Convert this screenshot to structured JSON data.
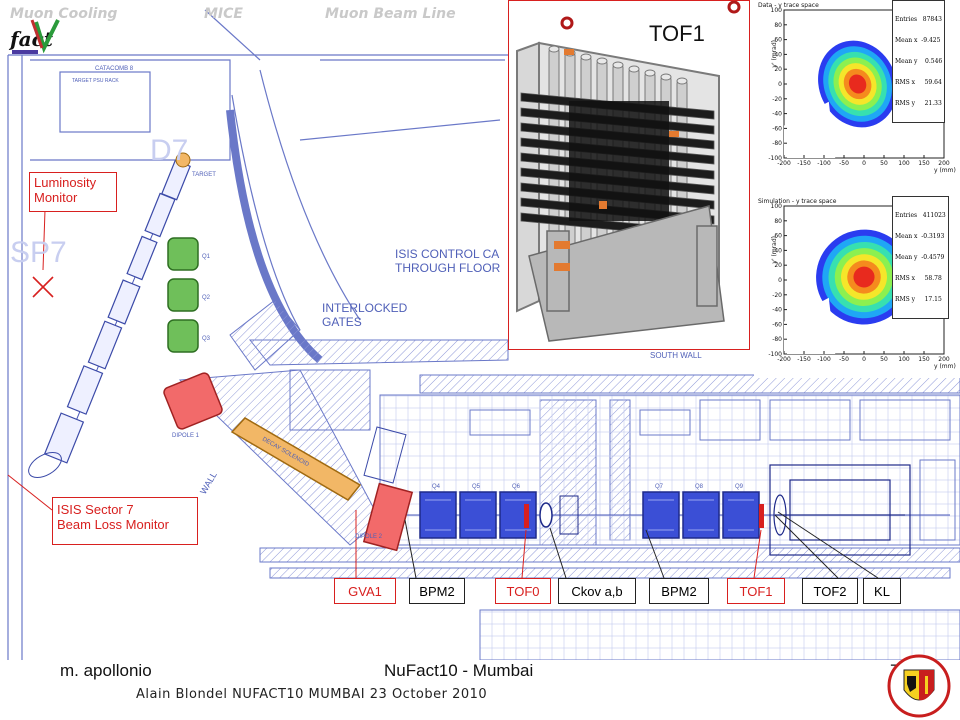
{
  "header": {
    "items": [
      "Muon Cooling",
      "MICE",
      "Muon Beam Line"
    ]
  },
  "floor_plan": {
    "texts": [
      "CATACOMB 8",
      "TARGET PSU RACK",
      "D7",
      "TARGET",
      "SP7",
      "Q1",
      "Q2",
      "Q3",
      "DIPOLE 1",
      "DECAY SOLENOID",
      "DIPOLE 2",
      "WALL",
      "ISIS CONTROL CA",
      "THROUGH FLOOR",
      "INTERLOCKED",
      "GATES",
      "SOUTH WALL",
      "Q4",
      "Q5",
      "Q6",
      "Q7",
      "Q8",
      "Q9"
    ]
  },
  "callouts": {
    "luminosity": [
      "Luminosity",
      "Monitor"
    ],
    "isis": [
      "ISIS Sector 7",
      "Beam Loss Monitor"
    ]
  },
  "tof_panel": {
    "title": "TOF1"
  },
  "plots": [
    {
      "title": "Data - y trace space",
      "stats": [
        "Entries   87843",
        "Mean x  -9.425",
        "Mean y    0.546",
        "RMS x     59.64",
        "RMS y     21.33"
      ],
      "yticks": [
        "100",
        "80",
        "60",
        "40",
        "20",
        "0",
        "-20",
        "-40",
        "-60",
        "-80",
        "-100"
      ],
      "xticks": [
        "-200",
        "-150",
        "-100",
        "-50",
        "0",
        "50",
        "100",
        "150",
        "200"
      ],
      "ylabel": "y' (mrad)",
      "xlabel": "y (mm)"
    },
    {
      "title": "Simulation - y trace space",
      "stats": [
        "Entries   411023",
        "Mean x  -0.3193",
        "Mean y  -0.4579",
        "RMS x     58.78",
        "RMS y     17.15"
      ],
      "yticks": [
        "100",
        "80",
        "60",
        "40",
        "20",
        "0",
        "-20",
        "-40",
        "-60",
        "-80",
        "-100"
      ],
      "xticks": [
        "-200",
        "-150",
        "-100",
        "-50",
        "0",
        "50",
        "100",
        "150",
        "200"
      ],
      "ylabel": "y' (mrad)",
      "xlabel": "y (mm)"
    }
  ],
  "labels": [
    {
      "text": "GVA1",
      "red": true
    },
    {
      "text": "BPM2",
      "red": false
    },
    {
      "text": "TOF0",
      "red": true
    },
    {
      "text": "Ckov a,b",
      "red": false
    },
    {
      "text": "BPM2",
      "red": false
    },
    {
      "text": "TOF1",
      "red": true
    },
    {
      "text": "TOF2",
      "red": false
    },
    {
      "text": "KL",
      "red": false
    }
  ],
  "footer": {
    "author": "m. apollonio",
    "event": "NuFact10 - Mumbai",
    "page": "7",
    "subtitle": "Alain Blondel NUFACT10 MUMBAI 23 October 2010"
  },
  "colors": {
    "plan_line": "#6a78c8",
    "magnet_green": "#6fbf5a",
    "dipole_red": "#f26a6a",
    "solenoid_orange": "#f2b766",
    "module_blue": "#3b4fd6",
    "accent_red": "#d8201f"
  }
}
